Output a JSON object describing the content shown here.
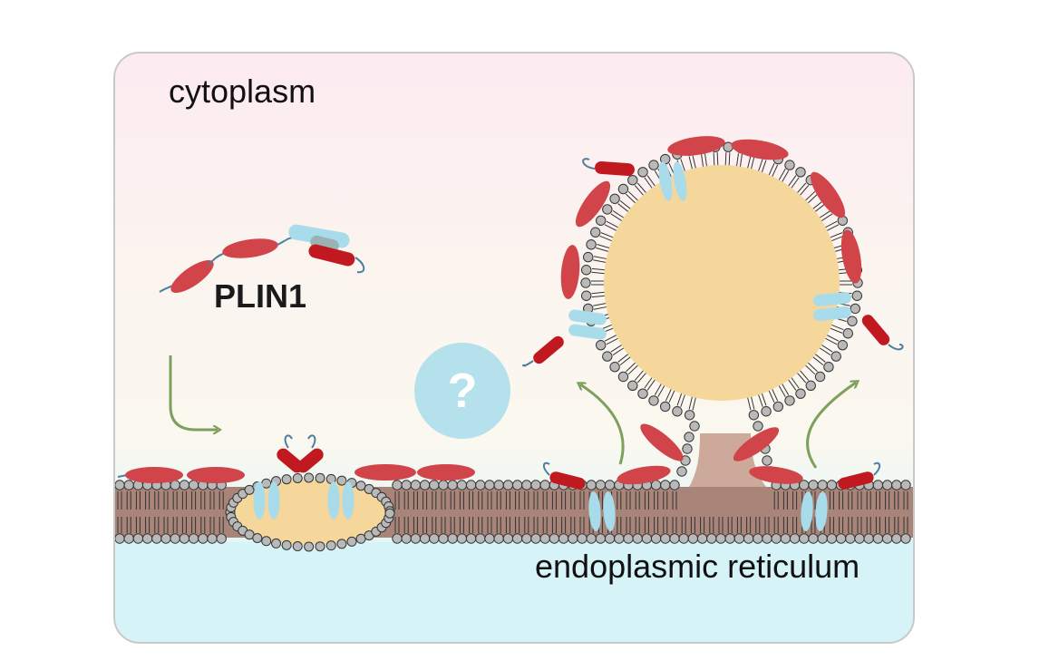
{
  "labels": {
    "cytoplasm": "cytoplasm",
    "protein": "PLIN1",
    "er": "endoplasmic reticulum",
    "question": "?"
  },
  "colors": {
    "cytoplasm_top": "#fcebf1",
    "cytoplasm_mid": "#fbf8f1",
    "er_lumen": "#d6f3f7",
    "bilayer_core": "#a98478",
    "lipid_droplet": "#f5d79c",
    "plin_helix": "#d0444a",
    "plin_dark": "#c0191f",
    "plin_light": "#a9dceb",
    "headgroup": "#b9b9b9",
    "arrow": "#7da05d",
    "question_circle": "#b4e1ec"
  },
  "icons": {
    "arrow_down_right": "bent-arrow-icon",
    "arrow_up_left": "curved-arrow-icon",
    "arrow_up_right": "curved-arrow-icon",
    "question": "question-icon"
  }
}
